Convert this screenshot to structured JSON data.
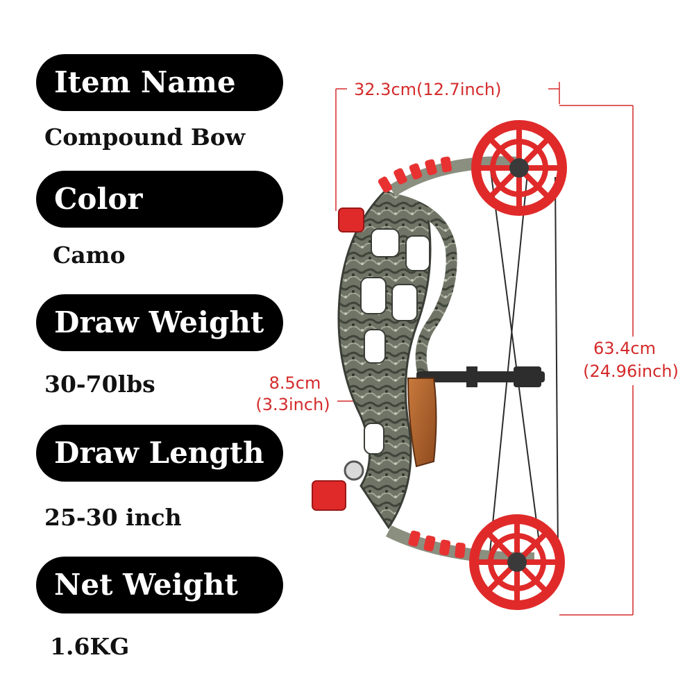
{
  "specs": [
    {
      "label": "Item Name",
      "value": "Compound Bow"
    },
    {
      "label": "Color",
      "value": "Camo"
    },
    {
      "label": "Draw Weight",
      "value": "30-70lbs"
    },
    {
      "label": "Draw Length",
      "value": "25-30 inch"
    },
    {
      "label": "Net Weight",
      "value": "1.6KG"
    }
  ],
  "dimensions": {
    "width": "32.3cm(12.7inch)",
    "height_cm": "63.4cm",
    "height_in": "(24.96inch)",
    "depth_cm": "8.5cm",
    "depth_in": "(3.3inch)"
  },
  "colors": {
    "pill_bg": "#000000",
    "dimension_line": "#d42a2a",
    "cam_red": "#e02a2a",
    "camo_gray": "#6f7466",
    "grip_wood": "#b5662f"
  }
}
